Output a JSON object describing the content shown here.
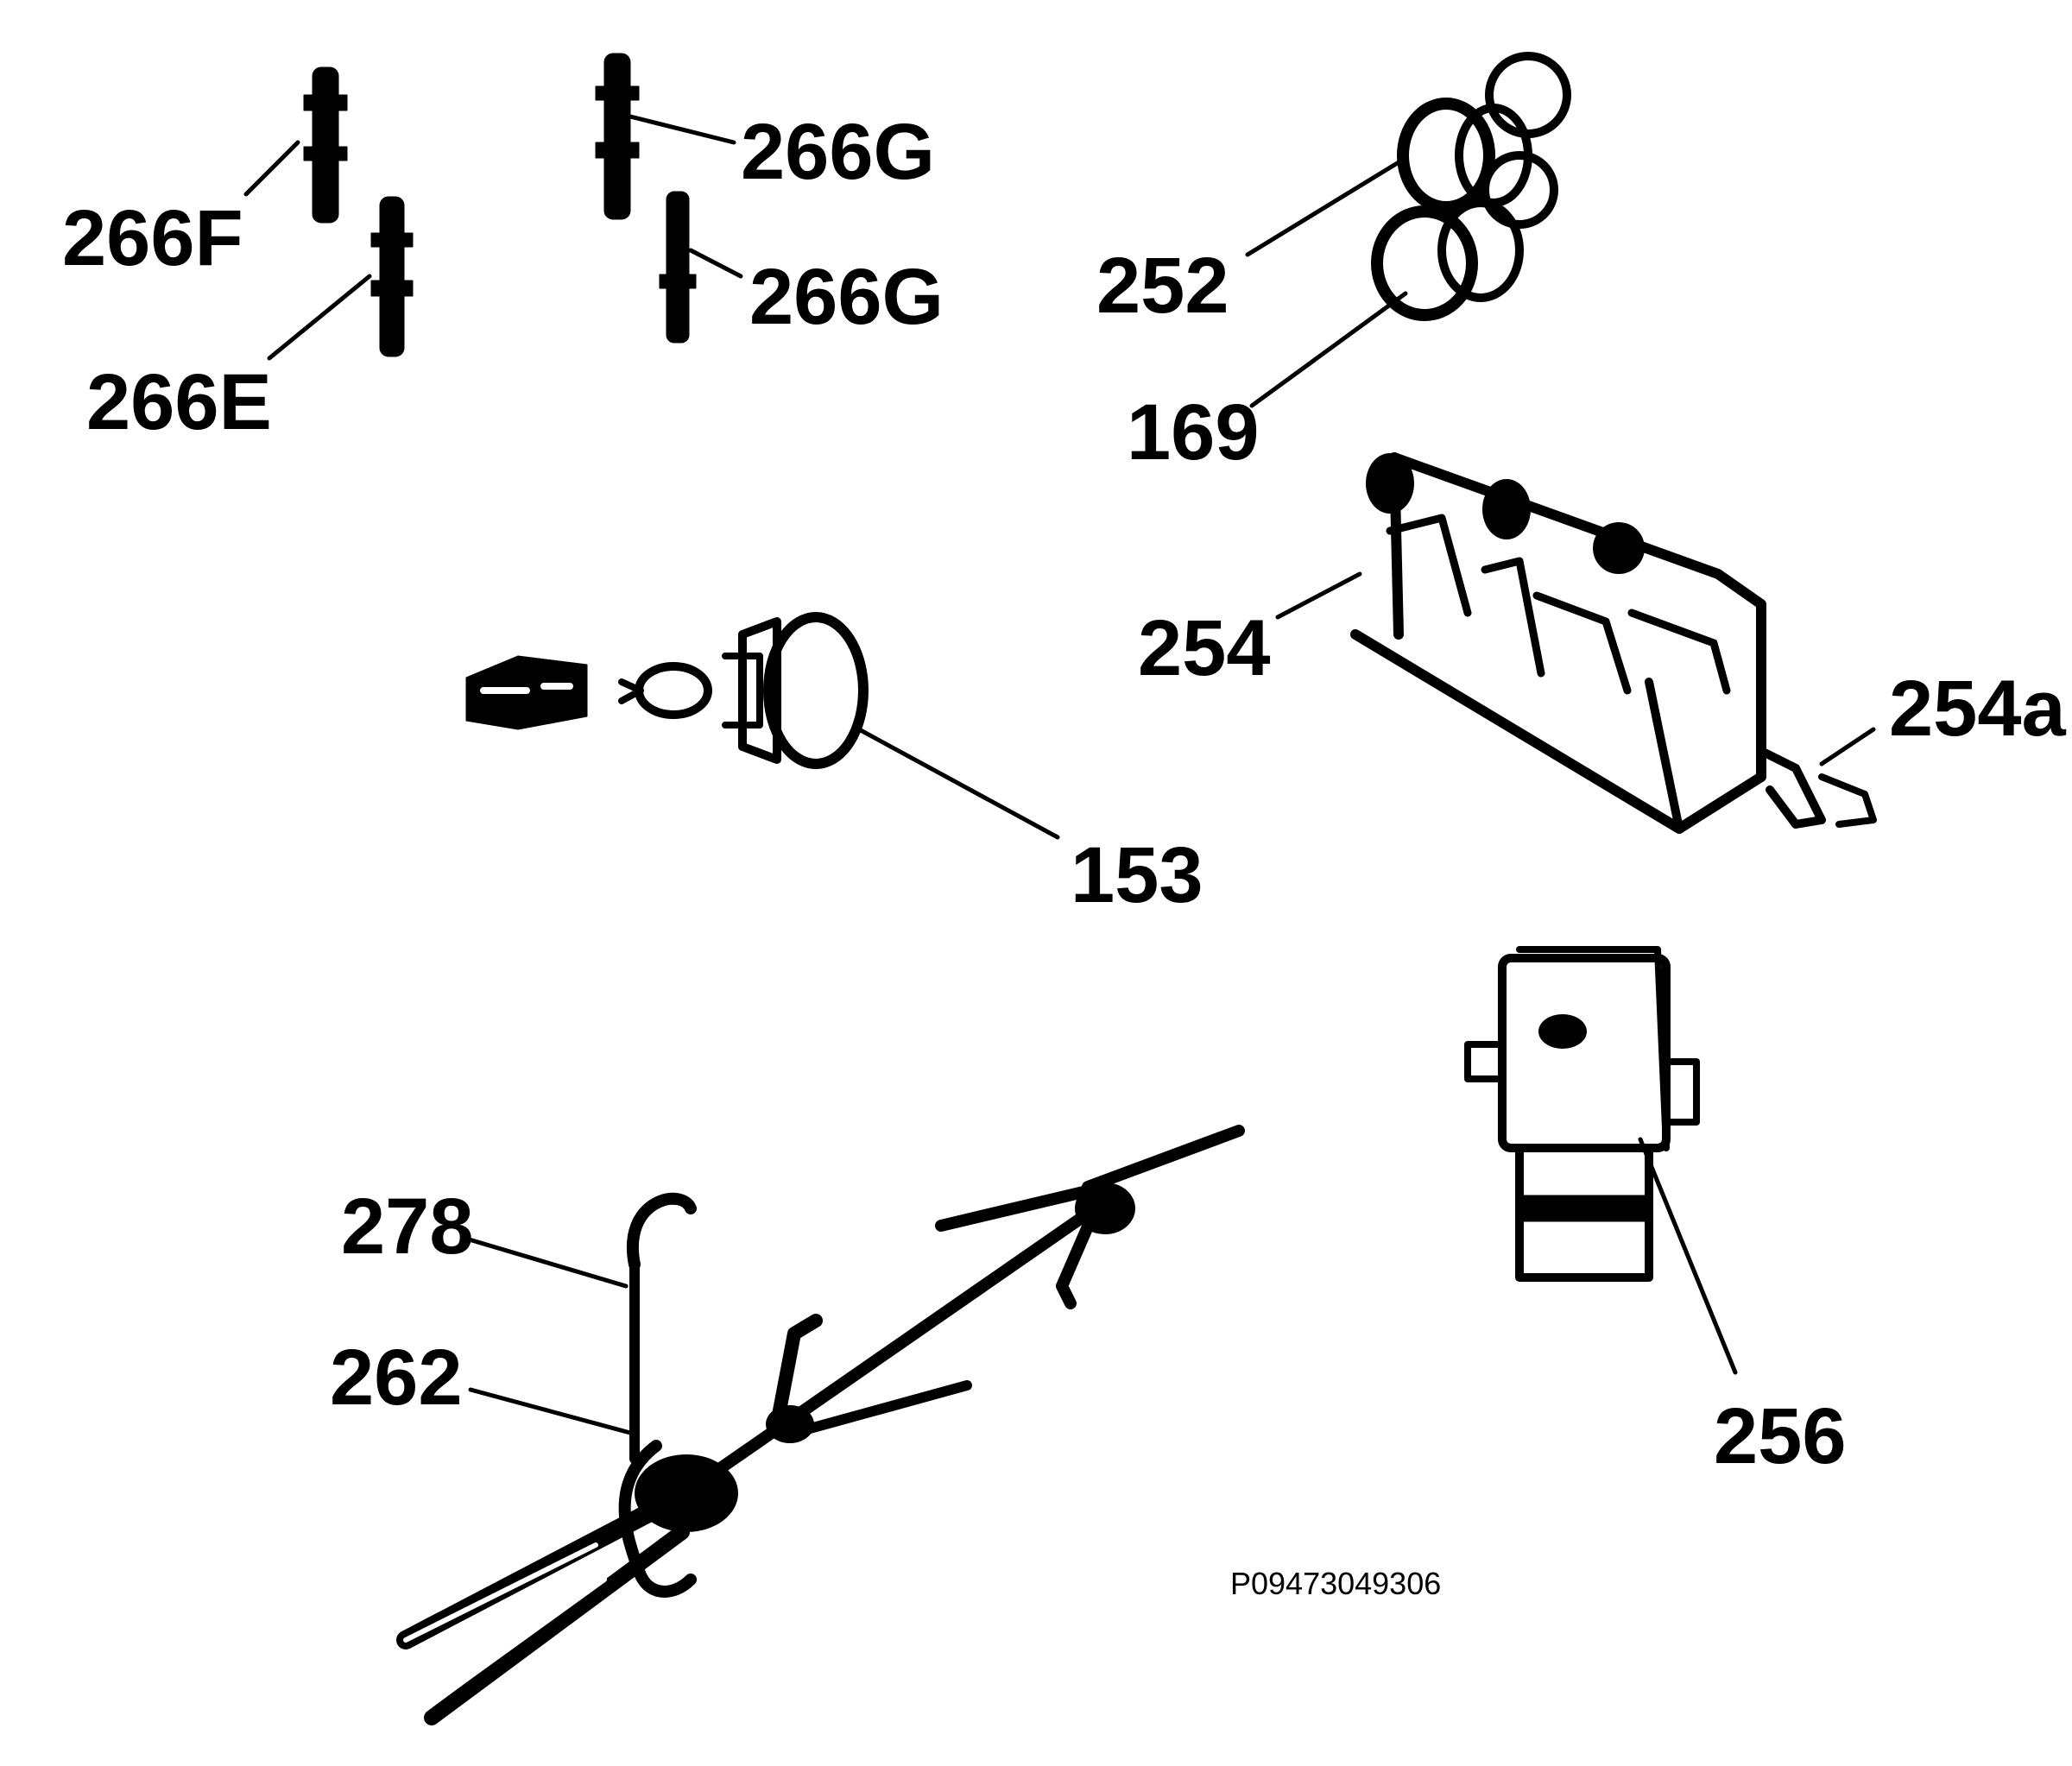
{
  "labels": {
    "p266F": "266F",
    "p266E": "266E",
    "p266G_a": "266G",
    "p266G_b": "266G",
    "p252": "252",
    "p169": "169",
    "p254": "254",
    "p254a": "254a",
    "p153": "153",
    "p256": "256",
    "p278": "278",
    "p262": "262"
  },
  "drawing_code": "P09473049306",
  "colors": {
    "ink": "#000000",
    "paper": "#ffffff"
  }
}
